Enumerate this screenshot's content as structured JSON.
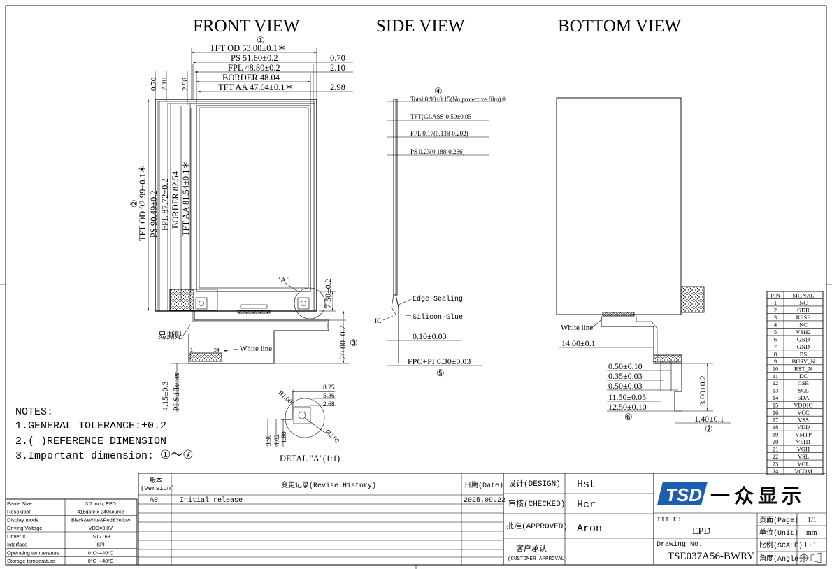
{
  "views": {
    "front": "FRONT VIEW",
    "side": "SIDE VIEW",
    "bottom": "BOTTOM VIEW"
  },
  "markers": {
    "m1": "①",
    "m2": "②",
    "m3": "③",
    "m4": "④",
    "m5": "⑤",
    "m6": "⑥",
    "m7": "⑦"
  },
  "front": {
    "h_dims": [
      "TFT OD 53.00±0.1＊",
      "PS 51.60±0.2",
      "FPL 48.80±0.2",
      "BORDER  48.04",
      "TFT AA 47.04±0.1＊"
    ],
    "right_dims": [
      "0.70",
      "2.10",
      "2.98"
    ],
    "top_small": [
      "0.70",
      "2.10",
      "2.98"
    ],
    "v_dims": [
      "TFT OD 92.99±0.1＊",
      "PS 90.49±0.2",
      "FPL 87.72±0.2",
      "BORDER 82.54",
      "TFT AA 81.54±0.1＊"
    ],
    "dim_750": "7.50±0.2",
    "dim_2000": "20.00±0.2",
    "label_a": "\"A\"",
    "peel_label": "易撕贴",
    "white_line": "White line",
    "pin1": "1",
    "pin24": "24",
    "stiff_dim": "4.15±0.3",
    "stiff_label": "PI Stiffener"
  },
  "detail": {
    "d825": "8.25",
    "d536": "5.36",
    "d268": "2.68",
    "r100": "R1.00",
    "d200": "Ø2.00",
    "d390": "3.90",
    "d402": "4.02",
    "d180": "1.80",
    "caption": "DETAL \"A\"(1:1)"
  },
  "side": {
    "total": "Total 0.90±0.15(No protective film)＊",
    "glass": "TFT(GLASS)0.50±0.05",
    "fpl": "FPL 0.17(0.138-0.202)",
    "ps": "PS 0.23(0.188-0.266)",
    "edge": "Edge Sealing",
    "ic": "IC",
    "silicon": "Silicon-Glue",
    "d010": "0.10±0.03",
    "fpc": "FPC+PI 0.30±0.03"
  },
  "bottom": {
    "white_line": "White line",
    "d1400": "14.00±0.1",
    "dims": [
      "0.50±0.10",
      "0.35±0.03",
      "0.50±0.03",
      "11.50±0.05",
      "12.50±0.10"
    ],
    "d300": "3.00±0.2",
    "d140": "1.40±0.1"
  },
  "pins": {
    "header": [
      "PIN",
      "SIGNAL"
    ],
    "rows": [
      [
        "1",
        "NC"
      ],
      [
        "2",
        "GDR"
      ],
      [
        "3",
        "RESE"
      ],
      [
        "4",
        "NC"
      ],
      [
        "5",
        "VSH2"
      ],
      [
        "6",
        "GND"
      ],
      [
        "7",
        "GND"
      ],
      [
        "8",
        "BS"
      ],
      [
        "9",
        "BUSY_N"
      ],
      [
        "10",
        "RST_N"
      ],
      [
        "11",
        "DC"
      ],
      [
        "12",
        "CSB"
      ],
      [
        "13",
        "SCL"
      ],
      [
        "14",
        "SDA"
      ],
      [
        "15",
        "VDDIO"
      ],
      [
        "16",
        "VCC"
      ],
      [
        "17",
        "VSS"
      ],
      [
        "18",
        "VDD"
      ],
      [
        "19",
        "VMTP"
      ],
      [
        "20",
        "VSH1"
      ],
      [
        "21",
        "VGH"
      ],
      [
        "22",
        "VSL"
      ],
      [
        "23",
        "VGL"
      ],
      [
        "24",
        "VCOM"
      ]
    ]
  },
  "notes": {
    "title": "NOTES:",
    "n1": "1.GENERAL TOLERANCE:±0.2",
    "n2": "2.(  )REFERENCE DIMENSION",
    "n3a": "3.Important dimension: ",
    "n3b": "①～⑦"
  },
  "spec": {
    "rows": [
      [
        "Panle Size",
        "3.7 inch, EPD"
      ],
      [
        "Resolution",
        "416gate x 240source"
      ],
      [
        "Display mode",
        "Black&White&Red&Yellow"
      ],
      [
        "Driving Voltage",
        "VDD=3.0V"
      ],
      [
        "Driver IC",
        "IST7163"
      ],
      [
        "Interface",
        "SPI"
      ],
      [
        "Operating temperature",
        "0°C~+40°C"
      ],
      [
        "Storage temperature",
        "0°C~+40°C"
      ]
    ]
  },
  "revision": {
    "version_label": "版本",
    "version_label2": "(Version)",
    "record_label": "变更记录(Revise History)",
    "date_label": "日期(Date)",
    "version": "A0",
    "record": "Initial release",
    "date": "2025.09.22"
  },
  "signoff": {
    "design_label": "设计(DESIGN)",
    "design": "Hst",
    "checked_label": "审核(CHECKED)",
    "checked": "Hcr",
    "approved_label": "批准(APPROVED)",
    "approved": "Aron",
    "customer_label": "客户承认",
    "customer_label2": "(CUSTOMER APPROVAL)"
  },
  "title_block": {
    "logo_mark": "TSD",
    "logo_text": "一众显示",
    "title_label": "TITLE:",
    "title": "EPD",
    "drawing_label": "Drawing No.",
    "drawing_no": "TSE037A56-BWRY",
    "page_label": "页面(Page)",
    "page": "1/1",
    "unit_label": "单位(Unit)",
    "unit": "mm",
    "scale_label": "比例(SCALE)",
    "scale": "1 : 1",
    "angle_label": "角度(Angle)"
  },
  "colors": {
    "logo_blue": "#1c5fb0"
  }
}
